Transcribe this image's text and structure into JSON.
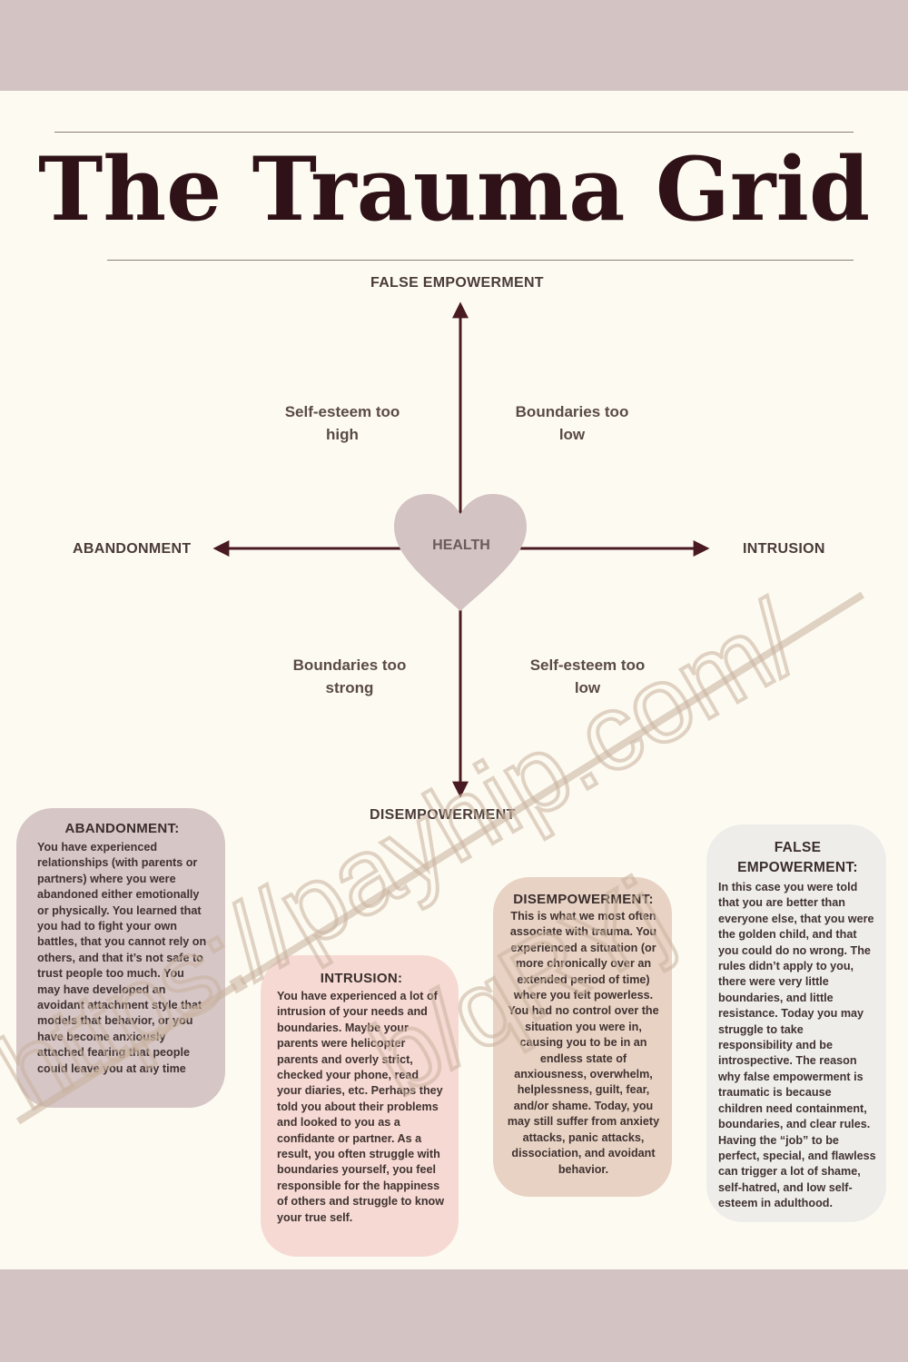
{
  "title": "The Trauma Grid",
  "axes": {
    "top": "FALSE EMPOWERMENT",
    "bottom": "DISEMPOWERMENT",
    "left": "ABANDONMENT",
    "right": "INTRUSION",
    "center": "HEALTH"
  },
  "quadrants": {
    "top_left": [
      "Self-esteem too",
      "high"
    ],
    "top_right": [
      "Boundaries too",
      "low"
    ],
    "bottom_left": [
      "Boundaries too",
      "strong"
    ],
    "bottom_right": [
      "Self-esteem too",
      "low"
    ]
  },
  "cards": {
    "abandonment": {
      "heading": "ABANDONMENT:",
      "body": "You have experienced relationships (with parents or partners) where you were abandoned either emotionally or physically. You learned that you had to fight your own battles, that you cannot rely on others, and that it’s not safe to trust people too much. You may have developed an avoidant attachment style that models that behavior, or you have become anxiously attached fearing that people could leave you at any time"
    },
    "intrusion": {
      "heading": "INTRUSION:",
      "body": "You have experienced a lot of intrusion of your needs and boundaries. Maybe your parents were helicopter parents and overly strict, checked your phone, read your diaries, etc. Perhaps they told you about their problems and looked to you as a confidante or partner. As a result, you often struggle with boundaries yourself, you feel responsible for the happiness of others and struggle to know your true self."
    },
    "disempowerment": {
      "heading": "DISEMPOWERMENT:",
      "body": "This is what we most often associate with trauma. You experienced a situation (or more chronically over an extended period of time) where you felt powerless. You had no control over the situation you were in, causing you to be in an endless state of anxiousness, overwhelm, helplessness, guilt, fear, and/or shame. Today, you may still suffer from anxiety attacks, panic attacks, dissociation, and avoidant behavior."
    },
    "false_empowerment": {
      "heading_line1": "FALSE",
      "heading_line2": "EMPOWERMENT:",
      "body": "In this case you were told that you are better than everyone else, that you were the golden child, and that you could do no wrong. The rules didn’t apply to you, there were very little boundaries, and little resistance. Today you may struggle to take responsibility and be introspective. The reason why false empowerment is traumatic is because children need containment, boundaries, and clear rules. Having the “job” to be perfect, special, and flawless can trigger a lot of shame, self-hatred, and low self-esteem in adulthood."
    }
  },
  "watermark": [
    "https://payhip.com/",
    "b/qRYj"
  ],
  "colors": {
    "band": "#d3c3c3",
    "background": "#fdfbf1",
    "title": "#2e1218",
    "axis": "#4a1a22",
    "heart": "#d3c3c3",
    "card_abandonment": "#d6c6c6",
    "card_intrusion": "#f6d9d3",
    "card_disempowerment": "#e8d2c4",
    "card_false_empowerment": "#efedea"
  }
}
